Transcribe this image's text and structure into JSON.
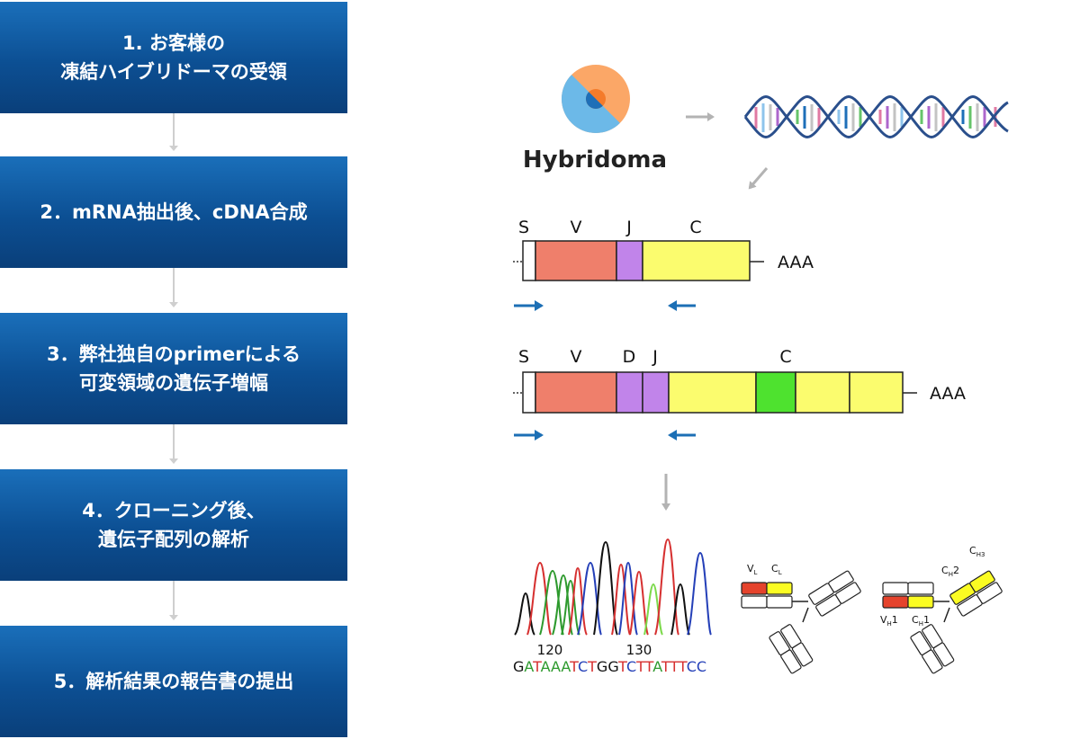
{
  "steps": [
    {
      "lines": [
        "1. お客様の",
        "凍結ハイブリドーマの受領"
      ]
    },
    {
      "lines": [
        "2．mRNA抽出後、cDNA合成"
      ]
    },
    {
      "lines": [
        "3．弊社独自のprimerによる",
        "可変領域の遺伝子増幅"
      ]
    },
    {
      "lines": [
        "4．クローニング後、",
        "遺伝子配列の解析"
      ]
    },
    {
      "lines": [
        "5．解析結果の報告書の提出"
      ]
    }
  ],
  "hybridoma": {
    "label": "Hybridoma"
  },
  "light_chain_gene": {
    "segments": [
      "S",
      "V",
      "J",
      "C"
    ],
    "tail": "AAA"
  },
  "heavy_chain_gene": {
    "segments": [
      "S",
      "V",
      "D",
      "J",
      "C"
    ],
    "tail": "AAA"
  },
  "sequencing": {
    "ticks": [
      "120",
      "130"
    ],
    "sequence": [
      "G",
      "A",
      "T",
      "A",
      "A",
      "A",
      "T",
      "C",
      "T",
      "G",
      "G",
      "T",
      "C",
      "T",
      "T",
      "A",
      "T",
      "T",
      "T",
      "C",
      "C"
    ]
  },
  "antibody_labels": {
    "vl": "V",
    "vl_sub": "L",
    "cl": "C",
    "cl_sub": "L",
    "vh": "V",
    "vh_sub": "H",
    "vh_num": "1",
    "ch1": "C",
    "ch1_sub": "H",
    "ch1_num": "1",
    "ch2": "C",
    "ch2_sub": "H",
    "ch2_num": "2",
    "ch3": "C",
    "ch3_sub": "H3"
  },
  "colors": {
    "step_bg": "#0c4f93",
    "signal": "#ffffff",
    "variable": "#ef7f6b",
    "jd_segment": "#c184ea",
    "constant": "#fbfc6e",
    "hinge": "#4ee22f",
    "arrow_primer": "#1c6fb5",
    "flow_arrow": "#b3b3b3",
    "base_A": "#2e9a2e",
    "base_T": "#d63030",
    "base_G": "#111111",
    "base_C": "#2540b8"
  }
}
